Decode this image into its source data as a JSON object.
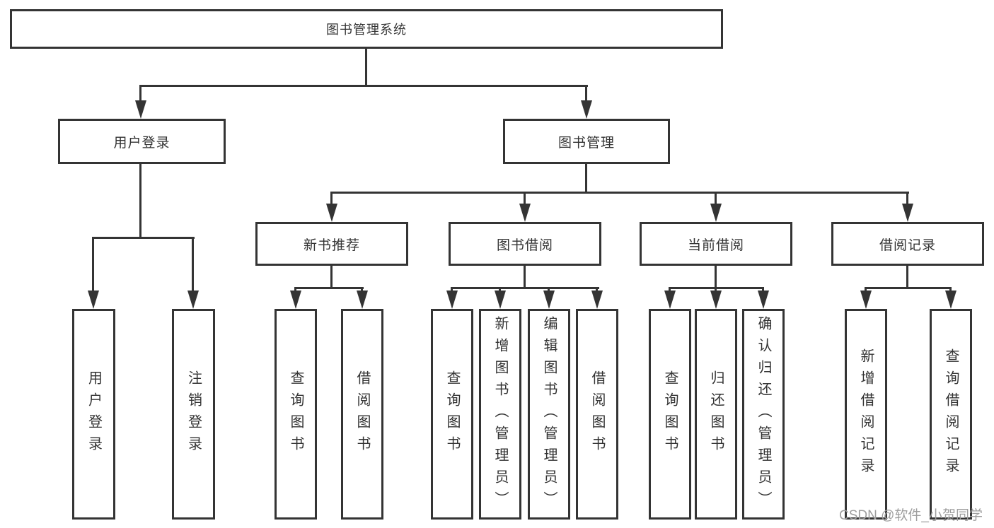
{
  "diagram": {
    "root": {
      "label": "图书管理系统"
    },
    "level2": [
      {
        "label": "用户登录"
      },
      {
        "label": "图书管理"
      }
    ],
    "level3": [
      {
        "label": "新书推荐"
      },
      {
        "label": "图书借阅"
      },
      {
        "label": "当前借阅"
      },
      {
        "label": "借阅记录"
      }
    ],
    "leaves": [
      {
        "label": "用户登录"
      },
      {
        "label": "注销登录"
      },
      {
        "label": "查询图书"
      },
      {
        "label": "借阅图书"
      },
      {
        "label": "查询图书"
      },
      {
        "label": "新增图书（管理员）"
      },
      {
        "label": "编辑图书（管理员）"
      },
      {
        "label": "借阅图书"
      },
      {
        "label": "查询图书"
      },
      {
        "label": "归还图书"
      },
      {
        "label": "确认归还（管理员）"
      },
      {
        "label": "新增借阅记录"
      },
      {
        "label": "查询借阅记录"
      }
    ],
    "watermark": "CSDN @软件_小贺同学",
    "colors": {
      "line": "#343434",
      "text": "#333333",
      "watermark": "#9e9e9e",
      "background": "#ffffff"
    }
  }
}
